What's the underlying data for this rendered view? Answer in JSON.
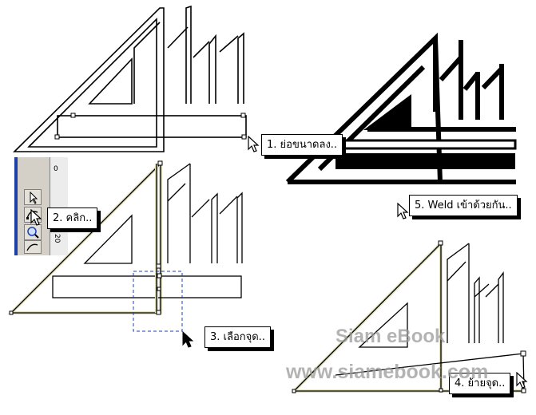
{
  "steps": [
    {
      "label": "1. ย่อขนาดลง.."
    },
    {
      "label": "2. คลิก.."
    },
    {
      "label": "3. เลือกจุด.."
    },
    {
      "label": "4. ย้ายจุด.."
    },
    {
      "label": "5. Weld เข้าด้วยกัน.."
    }
  ],
  "toolbox": {
    "ruler_ticks": [
      "0",
      "20"
    ],
    "tools": [
      "pick-tool-icon",
      "shape-tool-icon",
      "zoom-tool-icon",
      "freehand-tool-icon"
    ]
  },
  "watermark": {
    "title": "Siam eBook",
    "url": "www.siamebook.com"
  },
  "colors": {
    "outline": "#000000",
    "highlight": "#e8e6c4",
    "selection": "#1f3fb0",
    "callout_bg": "#ffffff"
  }
}
